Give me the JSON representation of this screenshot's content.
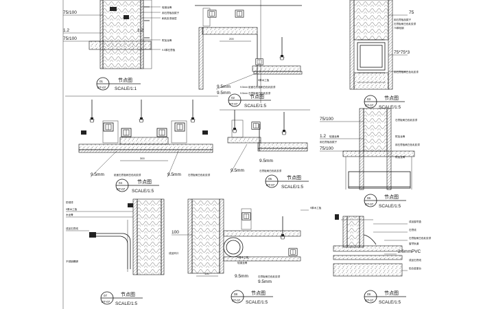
{
  "details": [
    {
      "id": "d01",
      "num": "01",
      "sheet": "DT-07",
      "title": "节点图",
      "scale": "SCALE/1:1",
      "labels": {
        "a": "75/100",
        "b": "1.2",
        "c": "75/100",
        "d": "1.2"
      },
      "notes": [
        "轻钢龙骨",
        "用石膏板刮腻子",
        "刷乳胶漆面层",
        "附加龙骨",
        "9.5厚石膏板"
      ]
    },
    {
      "id": "d02",
      "num": "02",
      "sheet": "DT-07",
      "title": "节点图",
      "scale": "SCALE/1:5",
      "labels": {
        "a": "9.5mm",
        "b": "9.5mm"
      },
      "notes": [
        "9厚木工板",
        "9.5mm 纸面石膏板刷白色乳胶漆",
        "9.5mm 石膏板刷白色乳胶漆"
      ]
    },
    {
      "id": "d03",
      "num": "03",
      "sheet": "DT-07",
      "title": "节点图",
      "scale": "SCALE/1:5",
      "labels": {
        "a": "75",
        "b": "75*75*3"
      },
      "notes": [
        "75厚轻钢",
        "用石膏板刮腻子",
        "石膏板刷白色乳胶漆",
        "镀锌角钢",
        "用石膏板刷白色乳胶漆"
      ]
    },
    {
      "id": "d04",
      "num": "04",
      "sheet": "DT-07",
      "title": "节点图",
      "scale": "SCALE/1:5",
      "labels": {
        "a": "9.5mm",
        "b": "9.5mm"
      },
      "notes": [
        "纸面石膏板刷白色乳胶漆",
        "石膏板刷白色乳胶漆"
      ]
    },
    {
      "id": "d05",
      "num": "05",
      "sheet": "DT-07",
      "title": "节点图",
      "scale": "SCALE/1:5",
      "labels": {
        "a": "9.5mm",
        "b": "9.5mm"
      },
      "notes": [
        "石膏板刷白色乳胶漆"
      ]
    },
    {
      "id": "d06",
      "num": "06",
      "sheet": "DT-07",
      "title": "节点图",
      "scale": "SCALE/1:5",
      "labels": {
        "a": "75/100",
        "b": "1.2",
        "c": "75/100"
      },
      "notes": [
        "轻钢龙骨",
        "用石膏板刮腻子",
        "石膏板刷白色乳胶漆",
        "附加龙骨",
        "用石膏板刷白色乳胶漆",
        "附加龙骨"
      ]
    },
    {
      "id": "d07",
      "num": "07",
      "sheet": "DT-07",
      "title": "节点图",
      "scale": "SCALE/1:5",
      "labels": {},
      "notes": [
        "防锈漆",
        "9厚木工板",
        "木龙骨",
        "成品石膏线",
        "不锈钢踢脚",
        "木饰面"
      ]
    },
    {
      "id": "d08",
      "num": "08",
      "sheet": "DT-07",
      "title": "节点图",
      "scale": "SCALE/1:5",
      "labels": {
        "a": "100",
        "b": "9.5mm",
        "c": "9.5mm"
      },
      "notes": [
        "9厚木工板",
        "轻钢龙骨",
        "成品风口",
        "石膏板刷白色乳胶漆",
        "9厚木工板"
      ]
    },
    {
      "id": "d09",
      "num": "09",
      "sheet": "DT-07",
      "title": "节点图",
      "scale": "SCALE/1:5",
      "labels": {
        "a": "2.6mmPVC"
      },
      "notes": [
        "成品窗帘盒",
        "石膏线",
        "石膏板刷白色乳胶漆",
        "窗帘轨道",
        "成品石膏线",
        "铝合金窗台"
      ]
    }
  ]
}
